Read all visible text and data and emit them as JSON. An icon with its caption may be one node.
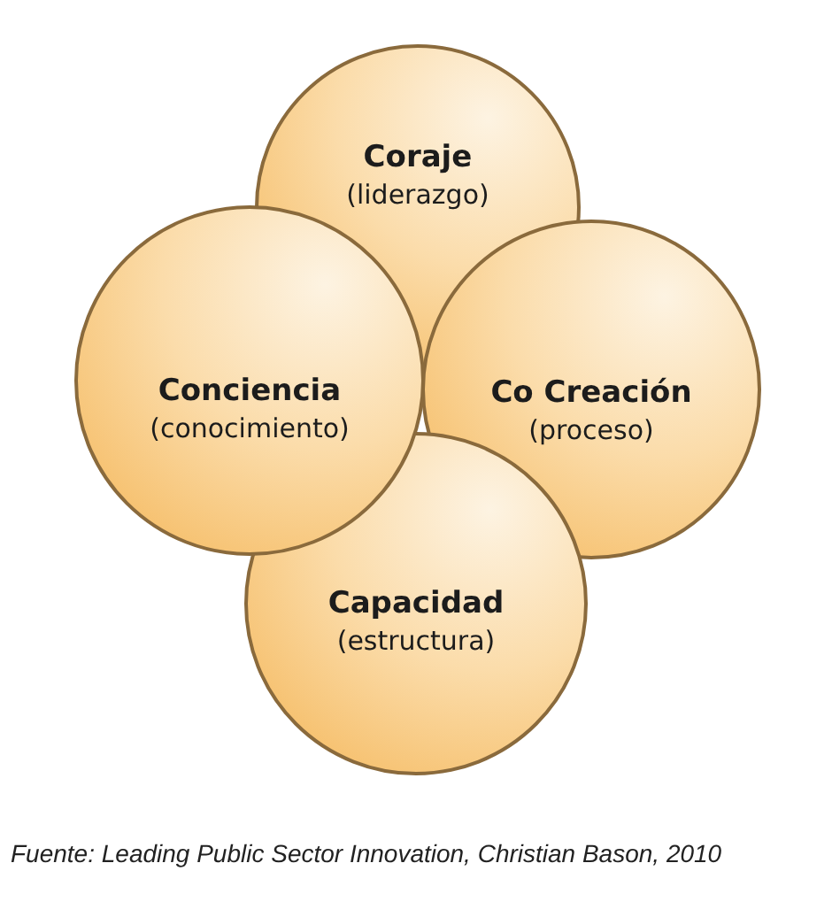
{
  "diagram": {
    "caption": "Fuente: Leading Public Sector Innovation, Christian Bason, 2010",
    "nodes": [
      {
        "text": [
          "Coraje",
          "(liderazgo)"
        ]
      },
      {
        "text": [
          "Conciencia",
          "(conocimiento)"
        ]
      },
      {
        "text": [
          "Co Creación",
          "(proceso)"
        ]
      },
      {
        "text": [
          "Capacidad",
          "(estructura)"
        ]
      }
    ]
  }
}
